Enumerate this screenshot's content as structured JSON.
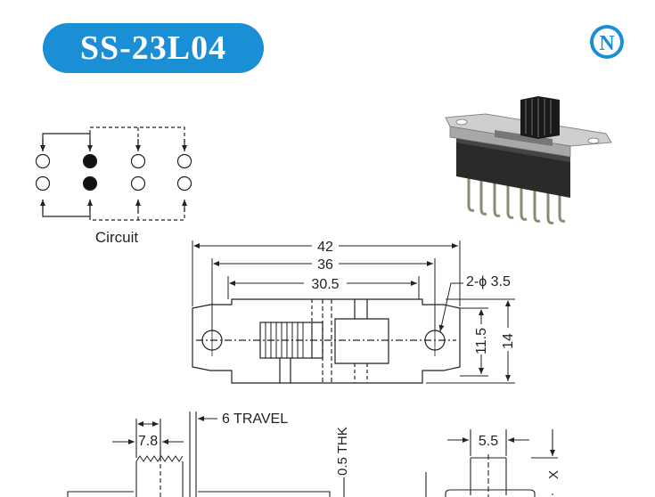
{
  "header": {
    "model": "SS-23L04",
    "brand_mark": "N"
  },
  "circuit": {
    "label": "Circuit"
  },
  "top_view": {
    "dim_overall": "42",
    "dim_mount": "36",
    "dim_inner": "30.5",
    "dim_holes": "2-ϕ 3.5",
    "dim_height_outer": "14",
    "dim_height_inner": "11.5"
  },
  "side_view": {
    "dim_actuator_width": "7.8",
    "dim_travel": "6 TRAVEL",
    "dim_thickness": "0.5 THK"
  },
  "end_view": {
    "dim_actuator": "5.5",
    "dim_x": "X"
  },
  "colors": {
    "accent": "#1a8fd6",
    "line": "#222222"
  }
}
